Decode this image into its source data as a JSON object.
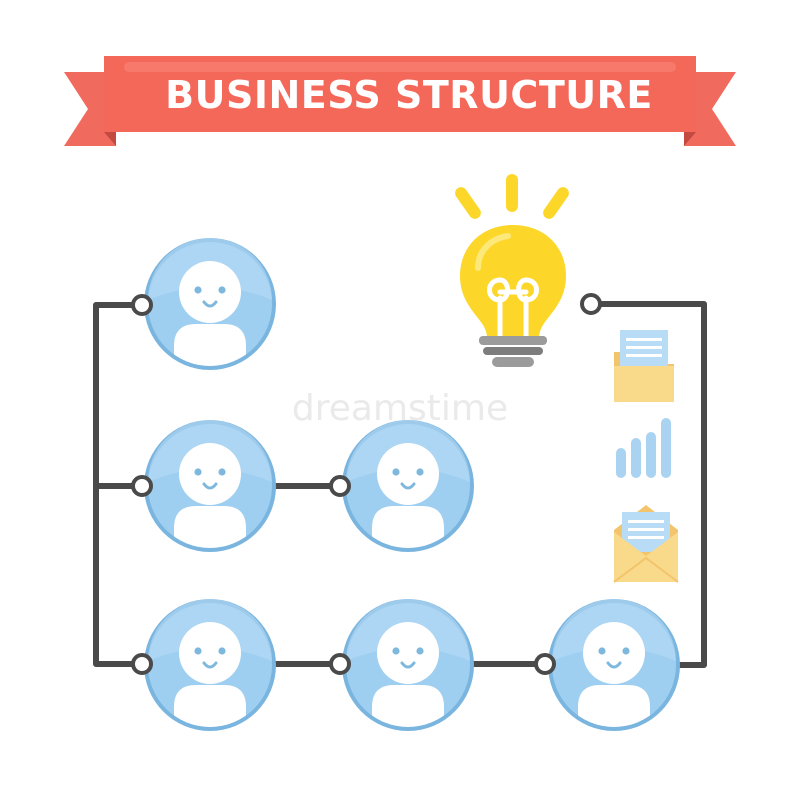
{
  "banner": {
    "title": "BUSINESS STRUCTURE",
    "color": "#f4685a",
    "fold_color": "#d9534a"
  },
  "watermark": {
    "text": "dreamstime"
  },
  "people": {
    "circle_color": "#8fc6ea",
    "face_color": "#ffffff",
    "eye_color": "#7fb8dd",
    "count": 6
  },
  "connector": {
    "line_color": "#4a4a4a"
  },
  "icons": {
    "idea": "lightbulb-icon",
    "documents": "folder-documents-icon",
    "growth": "bar-chart-icon",
    "mail": "envelope-icon",
    "bulb_color": "#fcd72a",
    "folder_color": "#f9d98a",
    "chart_color": "#a9d3f1"
  }
}
